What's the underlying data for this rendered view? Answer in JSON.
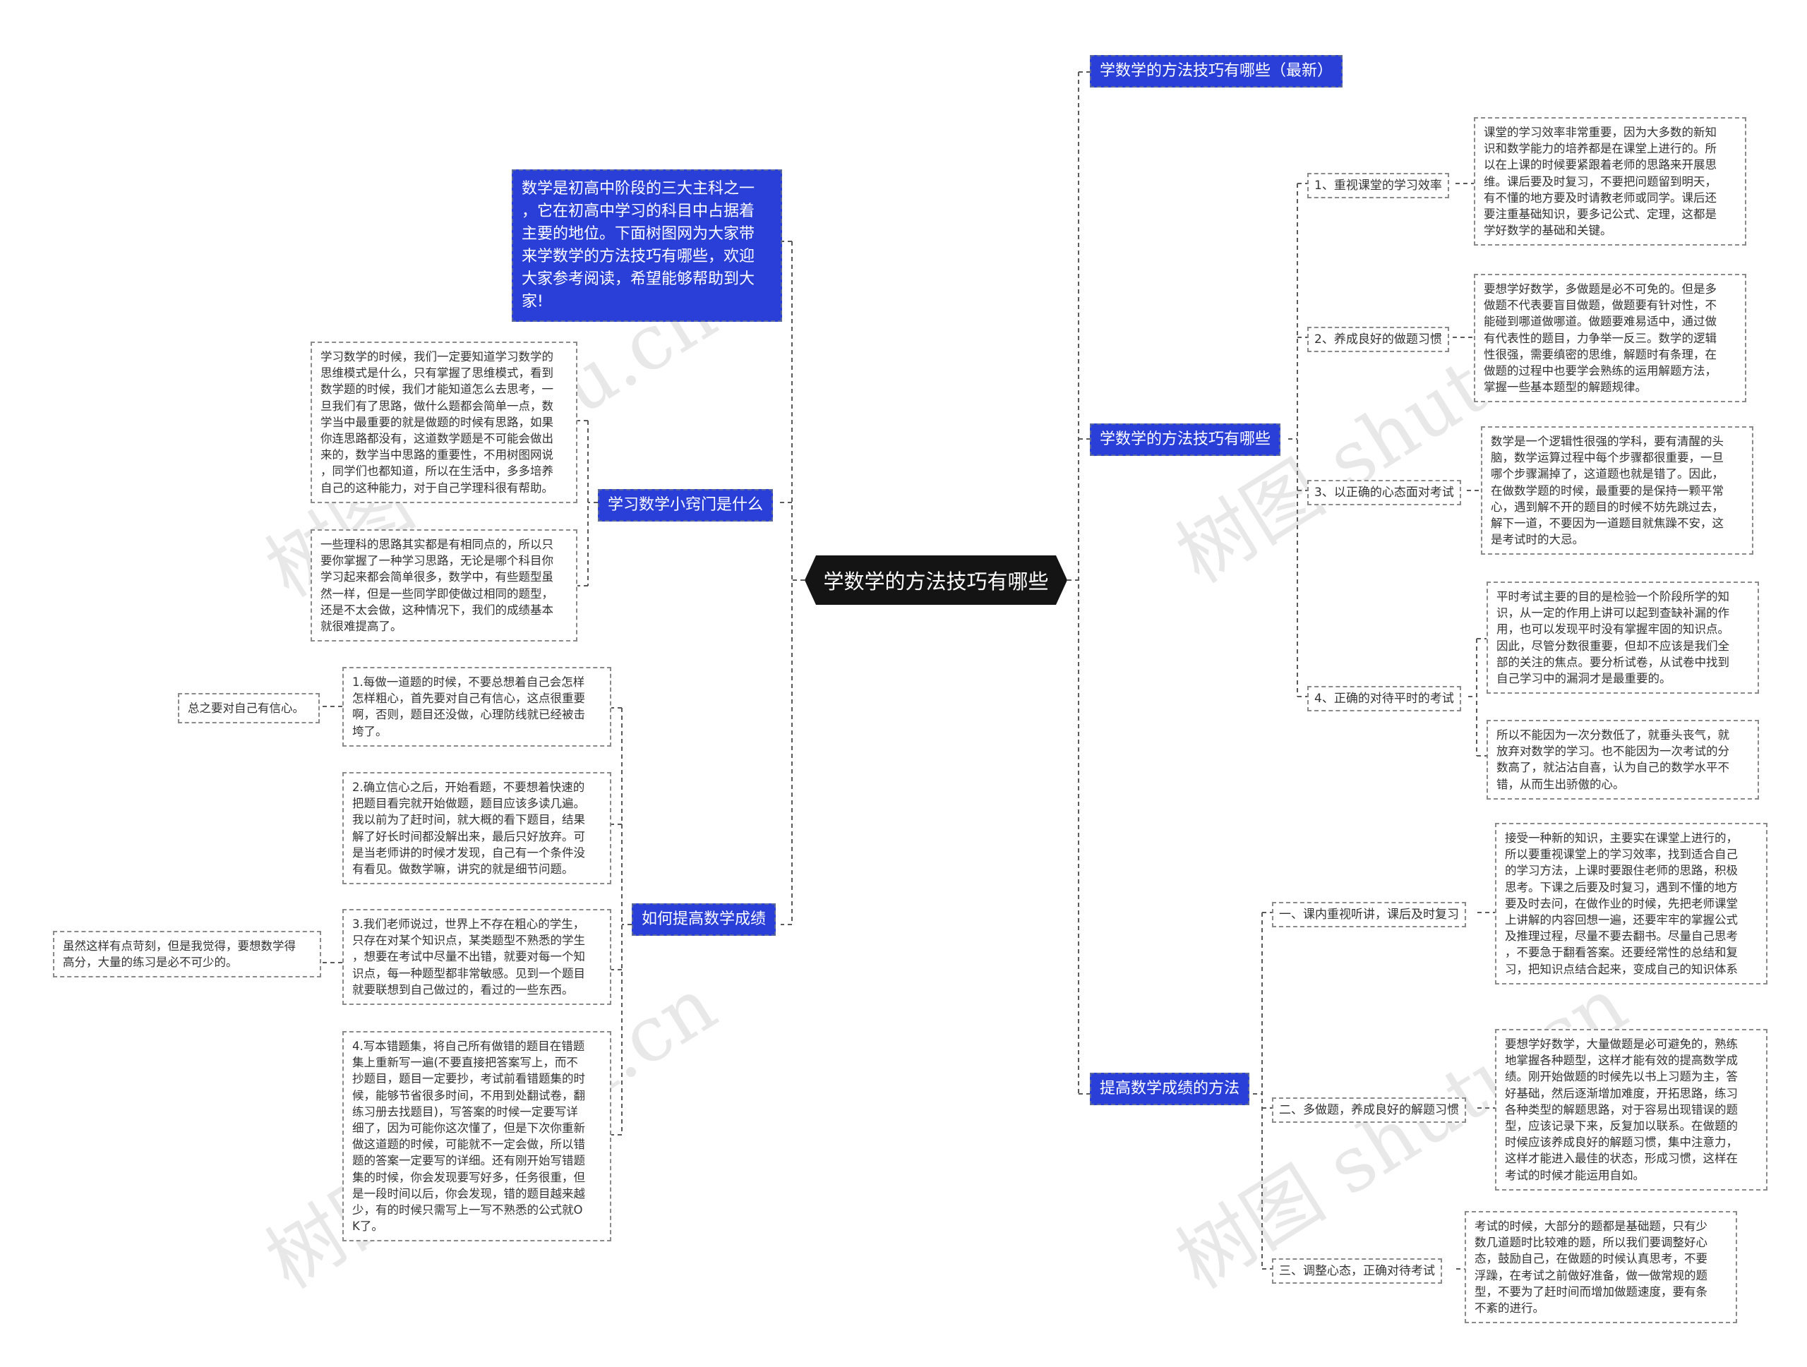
{
  "watermark": "树图 shutu.cn",
  "root": "学数学的方法技巧有哪些",
  "intro": "数学是初高中阶段的三大主科之一\n，它在初高中学习的科目中占据着\n主要的地位。下面树图网为大家带\n来学数学的方法技巧有哪些，欢迎\n大家参考阅读，希望能够帮助到大\n家!",
  "left": {
    "secret": {
      "title": "学习数学小窍门是什么",
      "leaves": [
        "学习数学的时候，我们一定要知道学习数学的\n思维模式是什么，只有掌握了思维模式，看到\n数学题的时候，我们才能知道怎么去思考，一\n旦我们有了思路，做什么题都会简单一点，数\n学当中最重要的就是做题的时候有思路，如果\n你连思路都没有，这道数学题是不可能会做出\n来的，数学当中思路的重要性，不用树图网说\n，同学们也都知道，所以在生活中，多多培养\n自己的这种能力，对于自己学理科很有帮助。",
        "一些理科的思路其实都是有相同点的，所以只\n要你掌握了一种学习思路，无论是哪个科目你\n学习起来都会简单很多，数学中，有些题型虽\n然一样，但是一些同学即使做过相同的题型，\n还是不太会做，这种情况下，我们的成绩基本\n就很难提高了。"
      ]
    },
    "improve": {
      "title": "如何提高数学成绩",
      "leaves": [
        "1.每做一道题的时候，不要总想着自己会怎样\n怎样粗心，首先要对自己有信心，这点很重要\n啊，否则，题目还没做，心理防线就已经被击\n垮了。",
        "2.确立信心之后，开始看题，不要想着快速的\n把题目看完就开始做题，题目应该多读几遍。\n我以前为了赶时间，就大概的看下题目，结果\n解了好长时间都没解出来，最后只好放弃。可\n是当老师讲的时候才发现，自己有一个条件没\n有看见。做数学嘛，讲究的就是细节问题。",
        "3.我们老师说过，世界上不存在粗心的学生，\n只存在对某个知识点，某类题型不熟悉的学生\n，想要在考试中尽量不出错，就要对每一个知\n识点，每一种题型都非常敏感。见到一个题目\n就要联想到自己做过的，看过的一些东西。",
        "4.写本错题集，将自己所有做错的题目在错题\n集上重新写一遍(不要直接把答案写上，而不\n抄题目，题目一定要抄，考试前看错题集的时\n候，能够节省很多时间，不用到处翻试卷，翻\n练习册去找题目)，写答案的时候一定要写详\n细了，因为可能你这次懂了，但是下次你重新\n做这道题的时候，可能就不一定会做，所以错\n题的答案一定要写的详细。还有刚开始写错题\n集的时候，你会发现要写好多，任务很重，但\n是一段时间以后，你会发现，错的题目越来越\n少，有的时候只需写上一写不熟悉的公式就O\nK了。"
      ],
      "note1": "总之要对自己有信心。",
      "note3": "虽然这样有点苛刻，但是我觉得，要想数学得\n高分，大量的练习是必不可少的。"
    }
  },
  "right": {
    "newest": {
      "title": "学数学的方法技巧有哪些（最新）"
    },
    "methods": {
      "title": "学数学的方法技巧有哪些",
      "subs": [
        {
          "label": "1、重视课堂的学习效率",
          "leaf": "课堂的学习效率非常重要，因为大多数的新知\n识和数学能力的培养都是在课堂上进行的。所\n以在上课的时候要紧跟着老师的思路来开展思\n维。课后要及时复习，不要把问题留到明天，\n有不懂的地方要及时请教老师或同学。课后还\n要注重基础知识，要多记公式、定理，这都是\n学好数学的基础和关键。"
        },
        {
          "label": "2、养成良好的做题习惯",
          "leaf": "要想学好数学，多做题是必不可免的。但是多\n做题不代表要盲目做题，做题要有针对性，不\n能碰到哪道做哪道。做题要难易适中，通过做\n有代表性的题目，力争举一反三。数学的逻辑\n性很强，需要缜密的思维，解题时有条理，在\n做题的过程中也要学会熟练的运用解题方法，\n掌握一些基本题型的解题规律。"
        },
        {
          "label": "3、以正确的心态面对考试",
          "leaf": "数学是一个逻辑性很强的学科，要有清醒的头\n脑，数学运算过程中每个步骤都很重要，一旦\n哪个步骤漏掉了，这道题也就是错了。因此，\n在做数学题的时候，最重要的是保持一颗平常\n心，遇到解不开的题目的时候不妨先跳过去，\n解下一道，不要因为一道题目就焦躁不安，这\n是考试时的大忌。"
        },
        {
          "label": "4、正确的对待平时的考试",
          "leaves": [
            "平时考试主要的目的是检验一个阶段所学的知\n识，从一定的作用上讲可以起到查缺补漏的作\n用，也可以发现平时没有掌握牢固的知识点。\n因此，尽管分数很重要，但却不应该是我们全\n部的关注的焦点。要分析试卷，从试卷中找到\n自己学习中的漏洞才是最重要的。",
            "所以不能因为一次分数低了，就垂头丧气，就\n放弃对数学的学习。也不能因为一次考试的分\n数高了，就沾沾自喜，认为自己的数学水平不\n错，从而生出骄傲的心。"
          ]
        }
      ]
    },
    "grades": {
      "title": "提高数学成绩的方法",
      "subs": [
        {
          "label": "一、课内重视听讲，课后及时复习",
          "leaf": "接受一种新的知识，主要实在课堂上进行的，\n所以要重视课堂上的学习效率，找到适合自己\n的学习方法，上课时要跟住老师的思路，积极\n思考。下课之后要及时复习，遇到不懂的地方\n要及时去问，在做作业的时候，先把老师课堂\n上讲解的内容回想一遍，还要牢牢的掌握公式\n及推理过程，尽量不要去翻书。尽量自己思考\n，不要急于翻看答案。还要经常性的总结和复\n习，把知识点结合起来，变成自己的知识体系"
        },
        {
          "label": "二、多做题，养成良好的解题习惯",
          "leaf": "要想学好数学，大量做题是必可避免的，熟练\n地掌握各种题型，这样才能有效的提高数学成\n绩。刚开始做题的时候先以书上习题为主，答\n好基础，然后逐渐增加难度，开拓思路，练习\n各种类型的解题思路，对于容易出现错误的题\n型，应该记录下来，反复加以联系。在做题的\n时候应该养成良好的解题习惯，集中注意力，\n这样才能进入最佳的状态，形成习惯，这样在\n考试的时候才能运用自如。"
        },
        {
          "label": "三、调整心态，正确对待考试",
          "leaf": "考试的时候，大部分的题都是基础题，只有少\n数几道题时比较难的题，所以我们要调整好心\n态，鼓励自己，在做题的时候认真思考，不要\n浮躁，在考试之前做好准备，做一做常规的题\n型，不要为了赶时间而增加做题速度，要有条\n不紊的进行。"
        }
      ]
    }
  }
}
